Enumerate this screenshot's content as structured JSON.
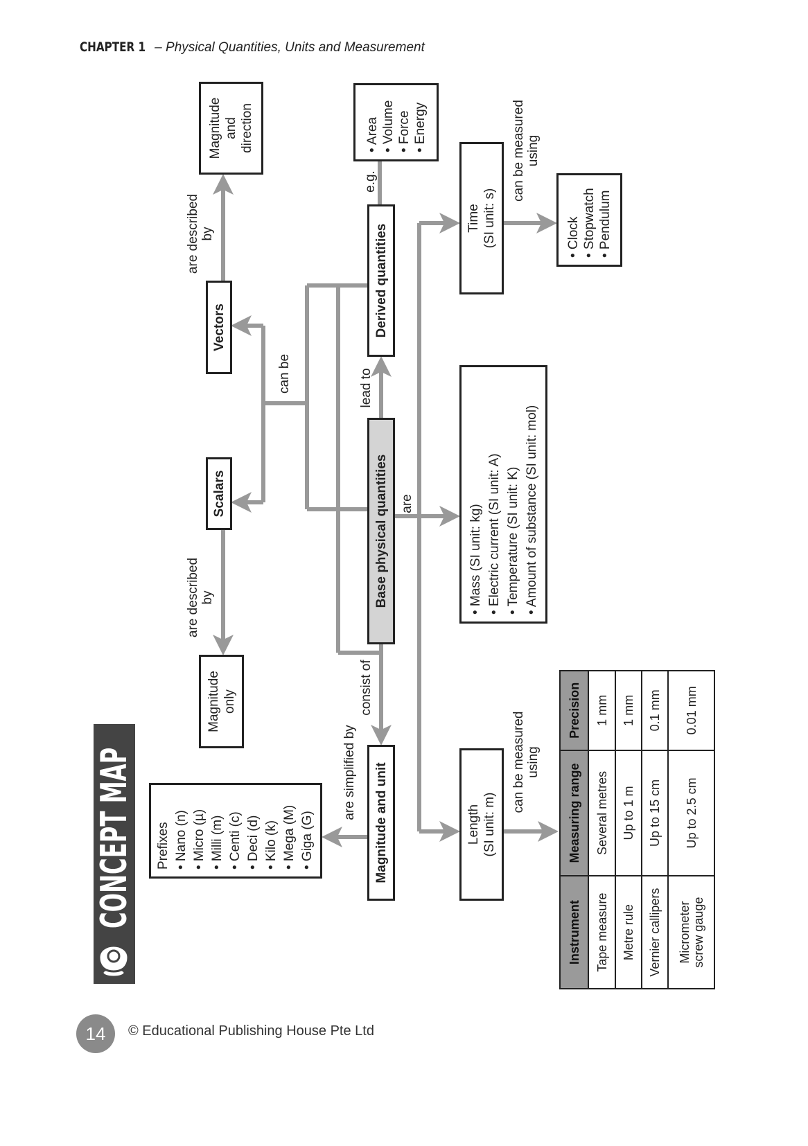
{
  "header": {
    "chapter": "CHAPTER 1",
    "title": "– Physical Quantities, Units and Measurement"
  },
  "footer": {
    "page": "14",
    "copyright": "© Educational Publishing House Pte Ltd"
  },
  "banner": {
    "title": "CONCEPT MAP",
    "icon": "map-pin-icon"
  },
  "nodes": {
    "prefixes": {
      "title": "Prefixes",
      "items": [
        "Nano (n)",
        "Micro (µ)",
        "Milli (m)",
        "Centi (c)",
        "Deci (d)",
        "Kilo (k)",
        "Mega (M)",
        "Giga (G)"
      ]
    },
    "magnitude_unit": "Magnitude and unit",
    "magnitude_only": [
      "Magnitude",
      "only"
    ],
    "scalars": "Scalars",
    "vectors": "Vectors",
    "magnitude_direction": [
      "Magnitude",
      "and",
      "direction"
    ],
    "base": "Base physical quantities",
    "derived": "Derived quantities",
    "derived_examples": [
      "Area",
      "Volume",
      "Force",
      "Energy"
    ],
    "base_list": [
      "Mass (SI unit: kg)",
      "Electric current (SI unit: A)",
      "Temperature (SI unit: K)",
      "Amount of substance (SI unit: mol)"
    ],
    "time": [
      "Time",
      "(SI unit: s)"
    ],
    "length": [
      "Length",
      "(SI unit: m)"
    ],
    "time_instruments": [
      "Clock",
      "Stopwatch",
      "Pendulum"
    ]
  },
  "labels": {
    "simplified": "are simplified by",
    "consist": "consist of",
    "described1": [
      "are described",
      "by"
    ],
    "described2": [
      "are described",
      "by"
    ],
    "can_be": "can be",
    "lead_to": "lead to",
    "eg": "e.g.",
    "are": "are",
    "measured_time": [
      "can be measured",
      "using"
    ],
    "measured_length": [
      "can be measured",
      "using"
    ]
  },
  "table": {
    "headers": [
      "Instrument",
      "Measuring range",
      "Precision"
    ],
    "rows": [
      [
        "Tape measure",
        "Several metres",
        "1 mm"
      ],
      [
        "Metre rule",
        "Up to 1 m",
        "1 mm"
      ],
      [
        "Vernier callipers",
        "Up to 15 cm",
        "0.1 mm"
      ],
      [
        "Micrometer screw gauge",
        "Up to 2.5 cm",
        "0.01 mm"
      ]
    ]
  },
  "colors": {
    "connector": "#999999",
    "banner": "#444444",
    "base_fill": "#d4d4d4"
  }
}
